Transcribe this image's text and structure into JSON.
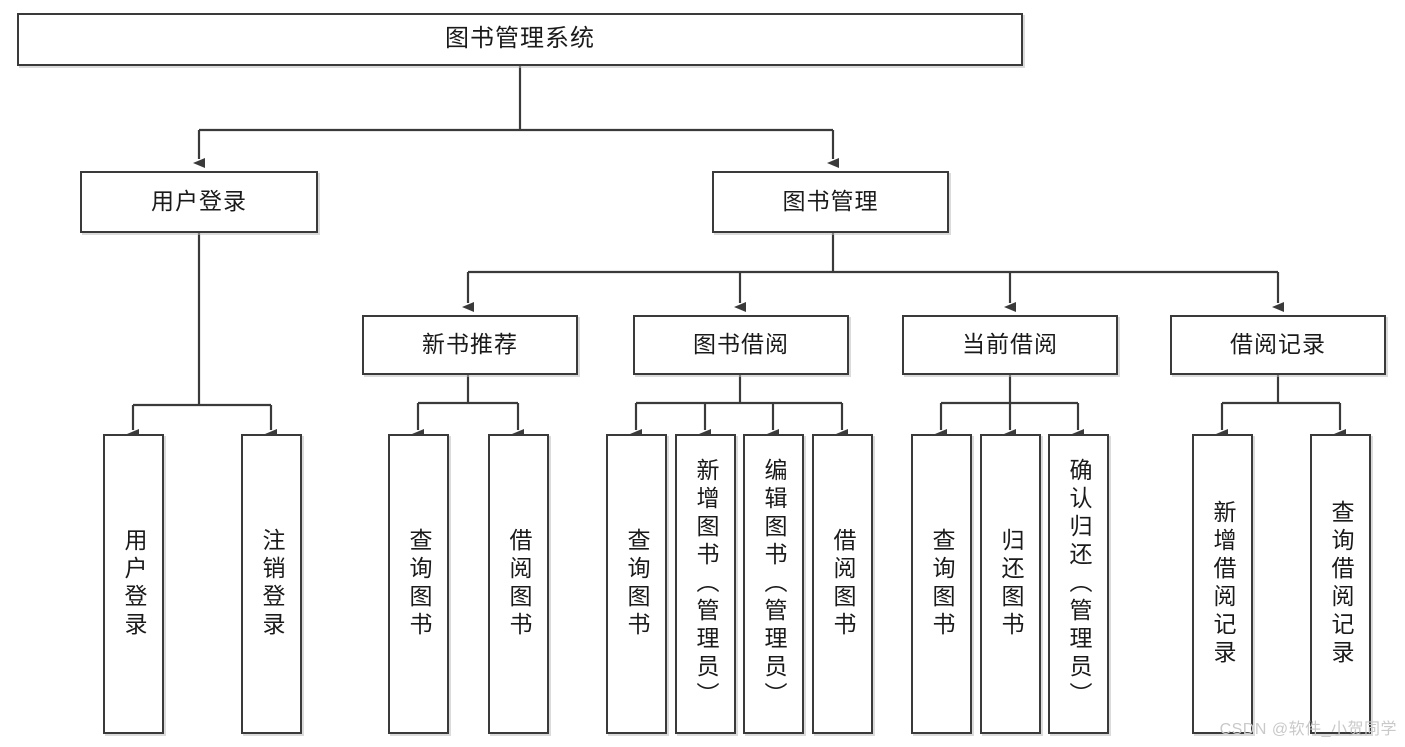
{
  "diagram": {
    "title": "图书管理系统",
    "type": "tree-hierarchy-chart",
    "watermark": "CSDN @软件_小贺同学",
    "line_color": "#3a3a3a",
    "box_fill": "#ffffff",
    "text_color": "#1a1a1a",
    "watermark_color": "#c9c9c9"
  },
  "nodes": {
    "root": {
      "label": "图书管理系统"
    },
    "level2": [
      {
        "label": "用户登录"
      },
      {
        "label": "图书管理"
      }
    ],
    "level3": [
      {
        "label": "新书推荐"
      },
      {
        "label": "图书借阅"
      },
      {
        "label": "当前借阅"
      },
      {
        "label": "借阅记录"
      }
    ],
    "leaves_user_login": [
      {
        "label": "用户登录"
      },
      {
        "label": "注销登录"
      }
    ],
    "leaves_new_book": [
      {
        "label": "查询图书"
      },
      {
        "label": "借阅图书"
      }
    ],
    "leaves_borrow": [
      {
        "label": "查询图书"
      },
      {
        "label": "新增图书（管理员）"
      },
      {
        "label": "编辑图书（管理员）"
      },
      {
        "label": "借阅图书"
      }
    ],
    "leaves_current": [
      {
        "label": "查询图书"
      },
      {
        "label": "归还图书"
      },
      {
        "label": "确认归还（管理员）"
      }
    ],
    "leaves_records": [
      {
        "label": "新增借阅记录"
      },
      {
        "label": "查询借阅记录"
      }
    ]
  }
}
